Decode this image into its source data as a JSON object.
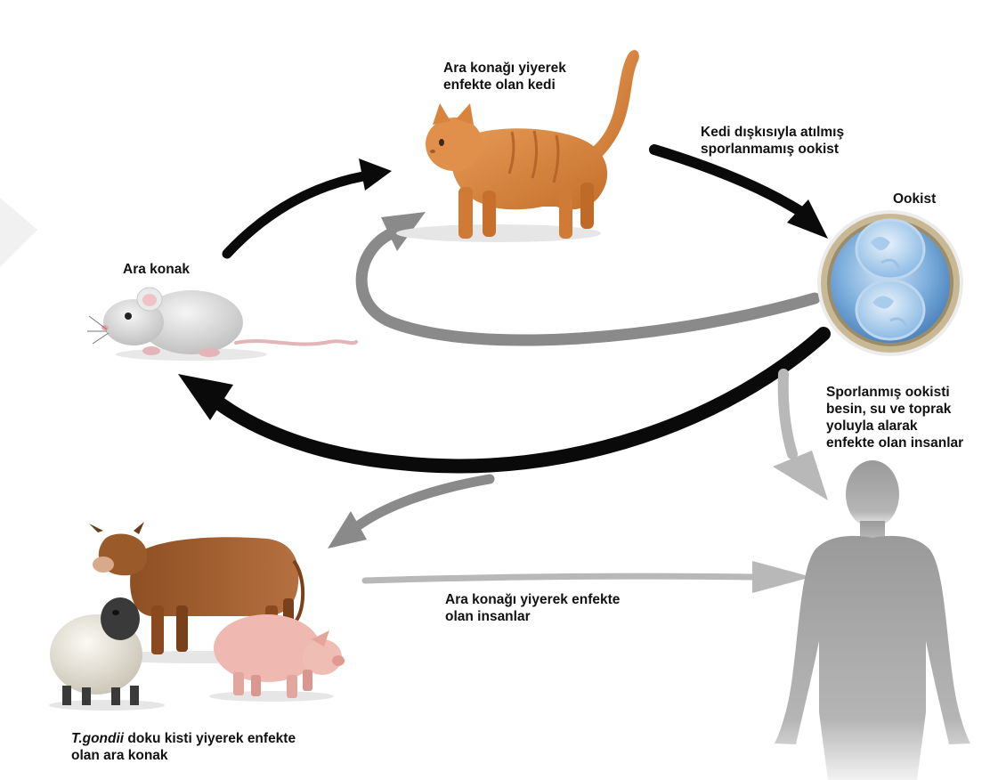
{
  "labels": {
    "cat": "Ara konağı yiyerek\nenfekte olan kedi",
    "feces": "Kedi dışkısıyla atılmış\nsporlanmamış ookist",
    "oocyst": "Ookist",
    "intermediate_host": "Ara konak",
    "humans_from_oocyst": "Sporlanmış ookisti\nbesin, su ve toprak\nyoluyla alarak\nenfekte olan insanlar",
    "humans_from_host": "Ara konağı yiyerek enfekte\nolan insanlar",
    "tissue_cyst_species": "T.gondii",
    "tissue_cyst_rest": " doku kisti yiyerek enfekte\nolan ara konak"
  },
  "colors": {
    "arrow_black": "#0a0a0a",
    "arrow_dark_grey": "#8a8a8a",
    "arrow_light_grey": "#b8b8b8",
    "cat": "#d9843e",
    "mouse": "#d8d8d8",
    "oocyst_ring": "#b7a98a",
    "oocyst_fill": "#7fb0de",
    "cow": "#a0602e",
    "sheep": "#e8e4d8",
    "pig": "#efb8b0",
    "human": "#a9a9a9"
  },
  "icons": [
    "cat-illustration",
    "mouse-illustration",
    "oocyst-illustration",
    "cow-illustration",
    "sheep-illustration",
    "pig-illustration",
    "human-silhouette"
  ]
}
